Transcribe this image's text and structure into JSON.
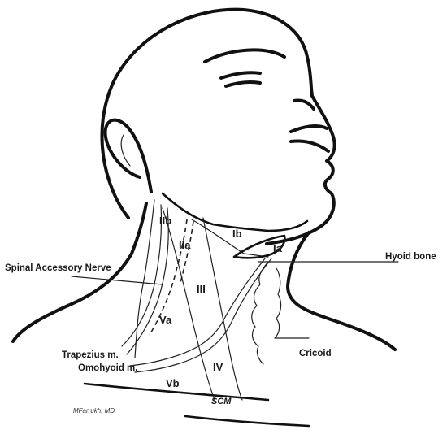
{
  "zones": {
    "IIb": "IIb",
    "IIa": "IIa",
    "Ib": "Ib",
    "Ia": "Ia",
    "III": "III",
    "Va": "Va",
    "IV": "IV",
    "Vb": "Vb"
  },
  "annotations": {
    "hyoid_bone": "Hyoid bone",
    "spinal_accessory_nerve": "Spinal Accessory Nerve",
    "trapezius": "Trapezius m.",
    "omohyoid": "Omohyoid m.",
    "cricoid": "Cricoid",
    "scm": "SCM"
  },
  "credit": "MFarrukh, MD"
}
